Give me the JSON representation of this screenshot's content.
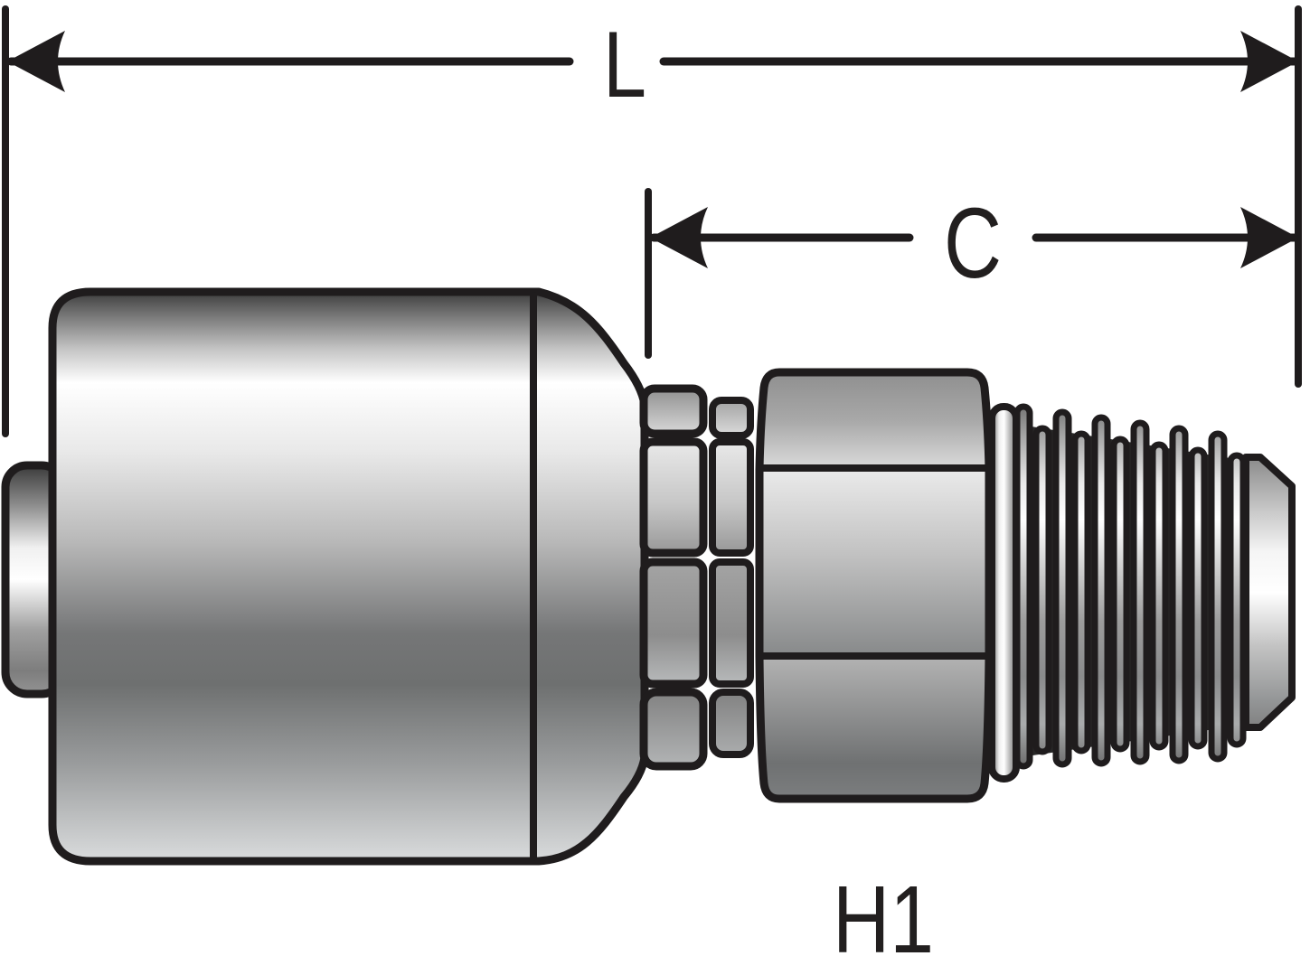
{
  "diagram": {
    "labels": {
      "overall_length": "L",
      "cutoff_length": "C",
      "hex_label": "H1"
    },
    "colors": {
      "background": "#ffffff",
      "outline": "#1f1c1d",
      "label_text": "#221f1f",
      "metal_highlight": "#ffffff",
      "metal_shadow": "#3d3d3d",
      "thread_web": "#282828"
    }
  }
}
